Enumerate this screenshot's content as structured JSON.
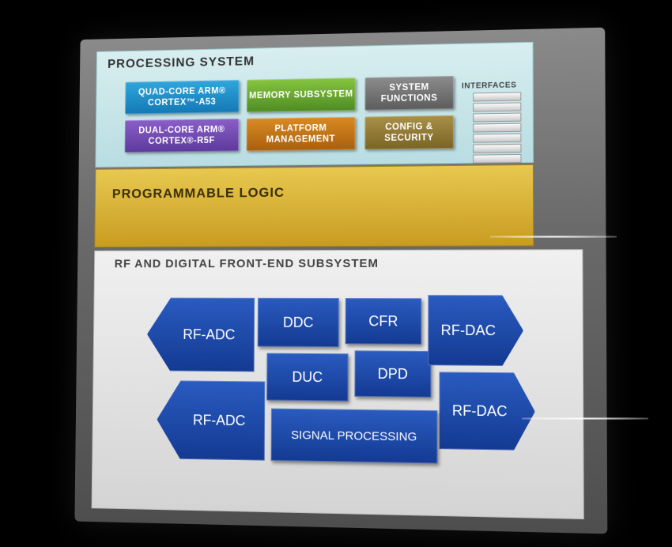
{
  "processing_system": {
    "title": "PROCESSING SYSTEM",
    "blocks": {
      "quad_core": "QUAD-CORE ARM® CORTEX™-A53",
      "dual_core": "DUAL-CORE ARM® CORTEX®-R5F",
      "memory": "MEMORY SUBSYSTEM",
      "platform": "PLATFORM MANAGEMENT",
      "system": "SYSTEM FUNCTIONS",
      "config": "CONFIG & SECURITY"
    },
    "interfaces_label": "INTERFACES"
  },
  "programmable_logic": {
    "title": "PROGRAMMABLE LOGIC"
  },
  "rf_subsystem": {
    "title": "RF AND DIGITAL FRONT-END SUBSYSTEM",
    "blocks": {
      "rf_adc_top": "RF-ADC",
      "rf_adc_bottom": "RF-ADC",
      "ddc": "DDC",
      "cfr": "CFR",
      "duc": "DUC",
      "dpd": "DPD",
      "rf_dac_top": "RF-DAC",
      "rf_dac_bottom": "RF-DAC",
      "signal_processing": "SIGNAL PROCESSING"
    }
  },
  "colors": {
    "processing_system_bg": "#c8e6ea",
    "programmable_logic_bg": "#dcb63a",
    "rf_bg": "#e2e2e2",
    "rf_tile": "#1d4aa8",
    "arm_a53": "#1e8fcc",
    "arm_r5f": "#6c48b0",
    "memory": "#66a830",
    "platform": "#c27718",
    "system": "#747474",
    "config": "#927a36"
  }
}
